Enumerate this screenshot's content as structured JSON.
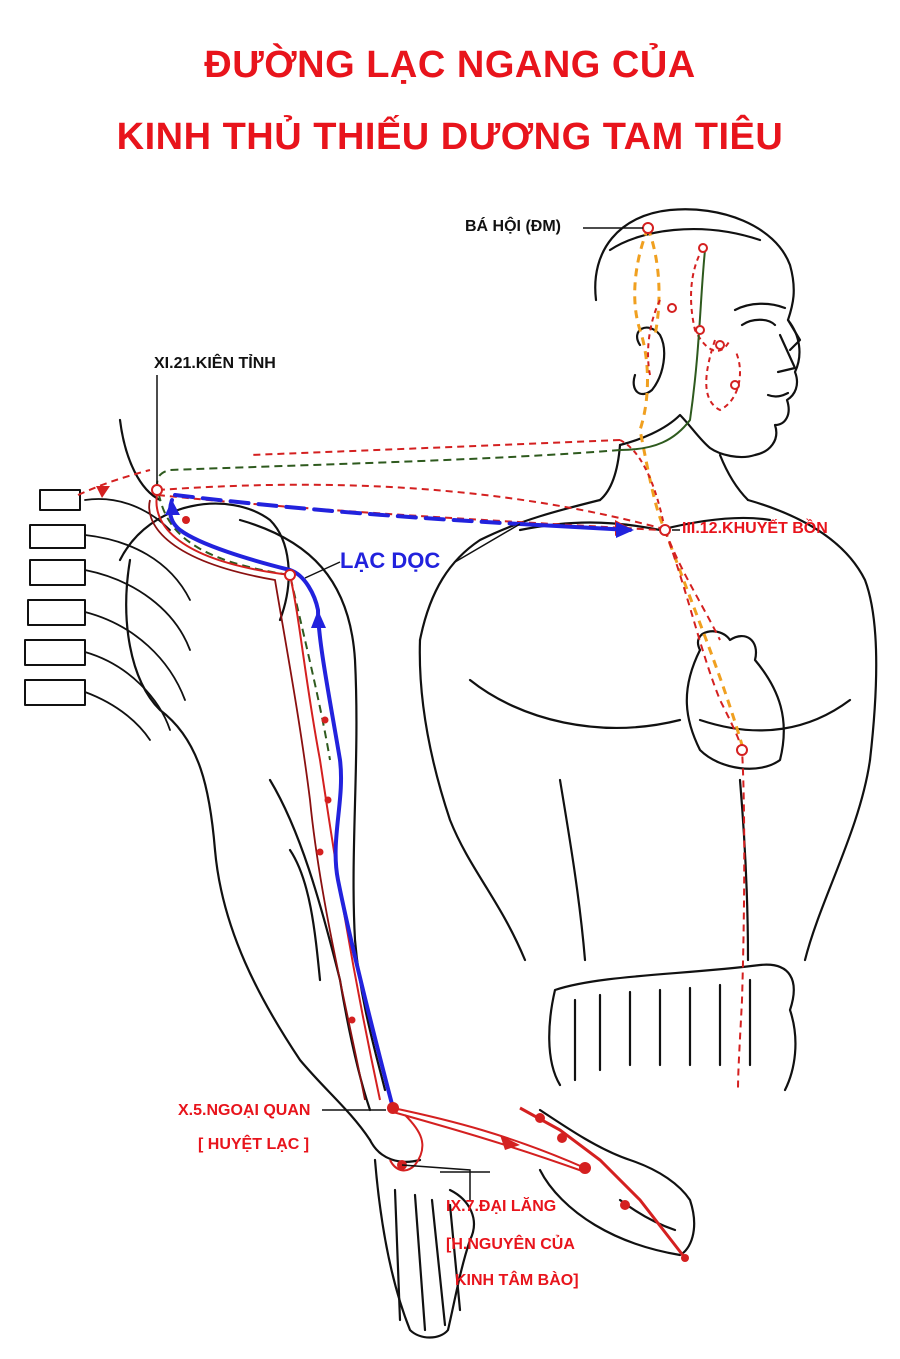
{
  "title": {
    "line1": "ĐƯỜNG LẠC NGANG CỦA",
    "line2": "KINH THỦ THIẾU DƯƠNG TAM TIÊU"
  },
  "labels": {
    "ba_hoi": "BÁ HỘI (ĐM)",
    "kien_tinh": "XI.21.KIÊN TỈNH",
    "khuyet_bon": "III.12.KHUYẾT BỒN",
    "lac_doc": "LẠC DỌC",
    "ngoai_quan": "X.5.NGOẠI QUAN",
    "huyet_lac": "[ HUYỆT LẠC ]",
    "dai_lang": "IX.7.ĐẠI LĂNG",
    "nguyen": "[H.NGUYÊN CỦA",
    "tam_bao": "KINH TÂM BÀO]"
  },
  "colors": {
    "title": "#e8141c",
    "label_black": "#111111",
    "label_red": "#e8141c",
    "lac_doc_blue": "#2222dd",
    "meridian_red": "#d42020",
    "meridian_dark": "#8a1010",
    "meridian_green": "#2e5a1e",
    "meridian_orange": "#f0a020",
    "outline": "#111111"
  }
}
